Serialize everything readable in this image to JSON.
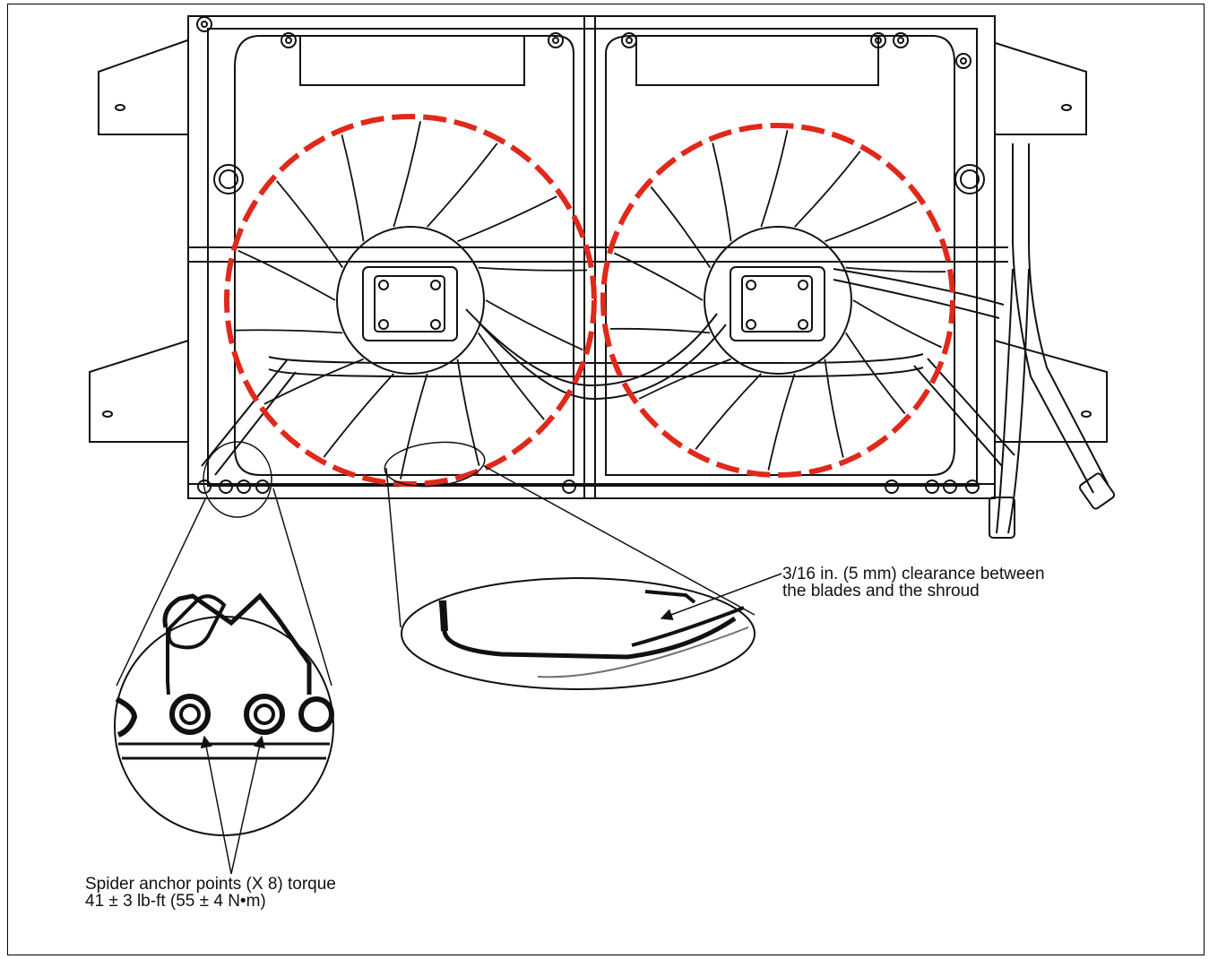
{
  "colors": {
    "line": "#111111",
    "fan_outline_dash": "#e0291b",
    "background": "#ffffff"
  },
  "callouts": {
    "clearance": {
      "line1": "3/16 in. (5 mm) clearance between",
      "line2": "the blades and the shroud"
    },
    "spider_anchor": {
      "line1": "Spider anchor points (X 8) torque",
      "line2": "41 ± 3 lb-ft (55 ± 4 N•m)"
    }
  },
  "figure": {
    "fan_count": 2,
    "blades_per_fan": 14,
    "magnified_views": 2
  }
}
